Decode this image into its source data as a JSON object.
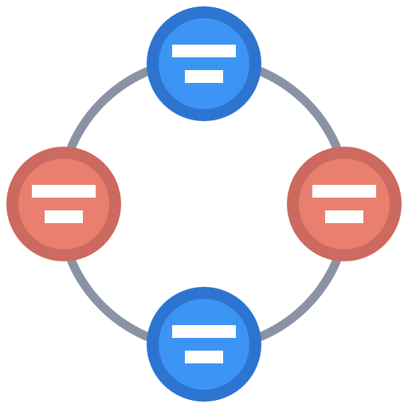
{
  "colors": {
    "ring": "#8a93a4",
    "blue_outer": "#2d74d0",
    "blue_inner": "#3c95f4",
    "red_outer": "#cd6a60",
    "red_inner": "#e97f6f",
    "bar": "#ffffff"
  },
  "nodes": [
    {
      "id": "top",
      "icon": "blue-node-icon",
      "tone": "blue"
    },
    {
      "id": "right",
      "icon": "red-node-icon",
      "tone": "red"
    },
    {
      "id": "bottom",
      "icon": "blue-node-icon",
      "tone": "blue"
    },
    {
      "id": "left",
      "icon": "red-node-icon",
      "tone": "red"
    }
  ]
}
